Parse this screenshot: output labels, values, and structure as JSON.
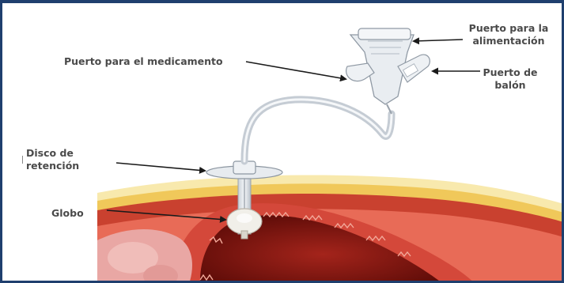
{
  "labels": {
    "feeding_port": [
      "Puerto para la",
      "alimentación"
    ],
    "medication_port": "Puerto para el medicamento",
    "balloon_port": [
      "Puerto de",
      "balón"
    ],
    "retention_disc": [
      "Disco de",
      "retención"
    ],
    "balloon": "Globo"
  },
  "colors": {
    "frame_border": "#1f3f6e",
    "label_text": "#4a4a4a",
    "arrow": "#1a1a1a",
    "skin": "#f6e7a8",
    "fat": "#f0c95c",
    "muscle": "#c4402f",
    "stomach_lining": "#d9473b",
    "stomach_inner": "#8a1a14",
    "tube": "#d9dfe6"
  }
}
